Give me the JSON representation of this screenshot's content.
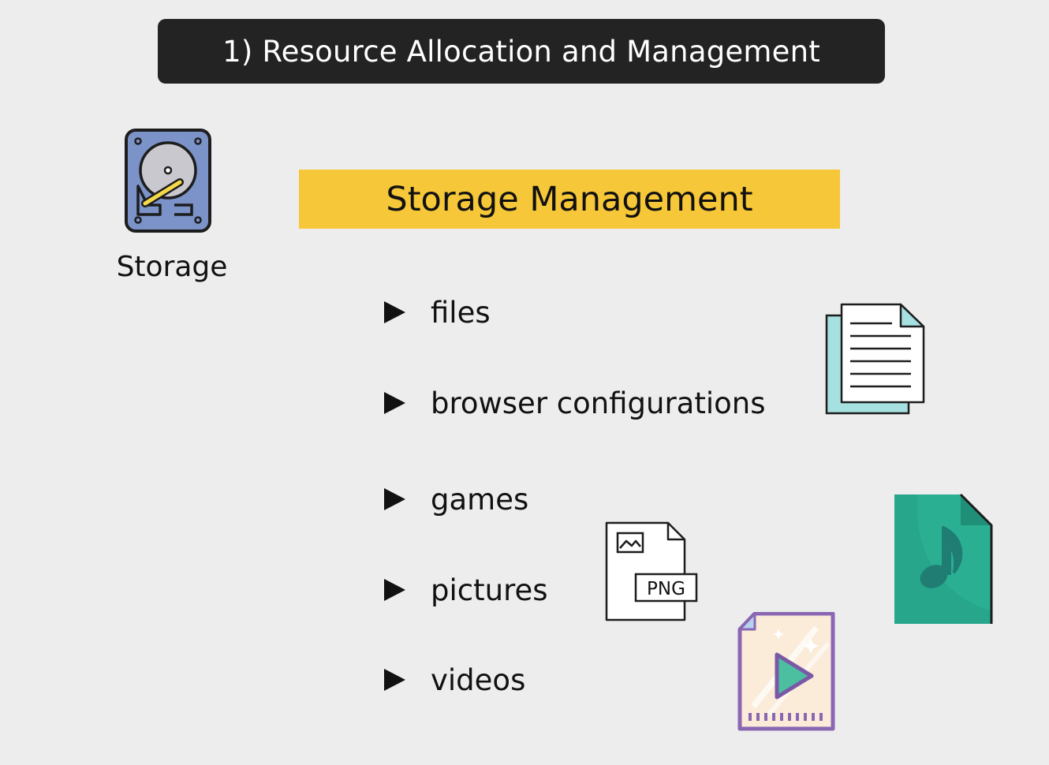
{
  "header": {
    "title": "1) Resource Allocation and Management"
  },
  "resource": {
    "label": "Storage",
    "icon": "hard-drive-icon"
  },
  "section": {
    "title": "Storage Management"
  },
  "bullets": [
    {
      "label": "files"
    },
    {
      "label": "browser configurations"
    },
    {
      "label": "games"
    },
    {
      "label": "pictures"
    },
    {
      "label": "videos"
    }
  ],
  "illustrations": {
    "document": {
      "icon": "document-icon"
    },
    "image_file": {
      "icon": "png-file-icon",
      "badge": "PNG"
    },
    "audio_file": {
      "icon": "music-file-icon"
    },
    "video_file": {
      "icon": "video-file-icon"
    }
  },
  "colors": {
    "background": "#ededed",
    "title_bar": "#232323",
    "section_banner": "#f6c738",
    "drive_body": "#7b93c9",
    "music_file": "#2baf93",
    "document_back": "#a6e0e0",
    "video_frame": "#8a67b2"
  }
}
